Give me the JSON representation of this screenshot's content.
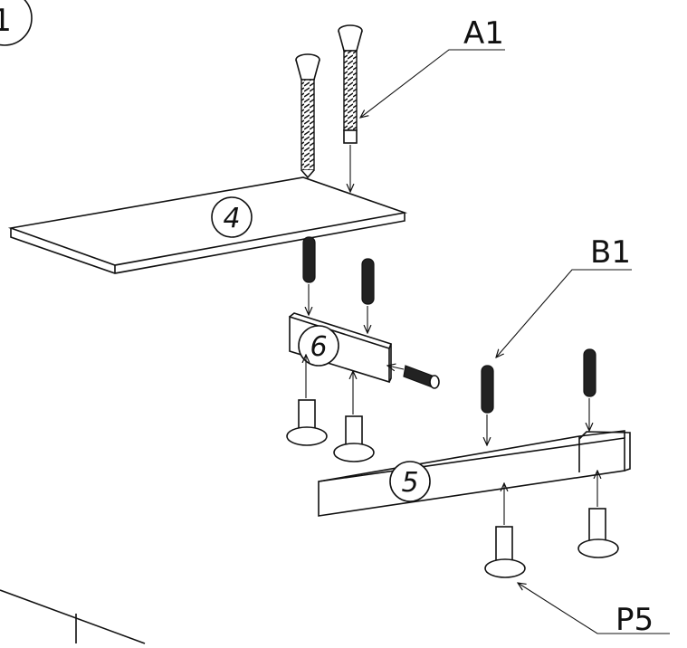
{
  "step_number": "1",
  "parts": {
    "a1": "A1",
    "b1": "B1",
    "p5": "P5",
    "panel_4": "4",
    "part_5": "5",
    "part_6": "6"
  }
}
